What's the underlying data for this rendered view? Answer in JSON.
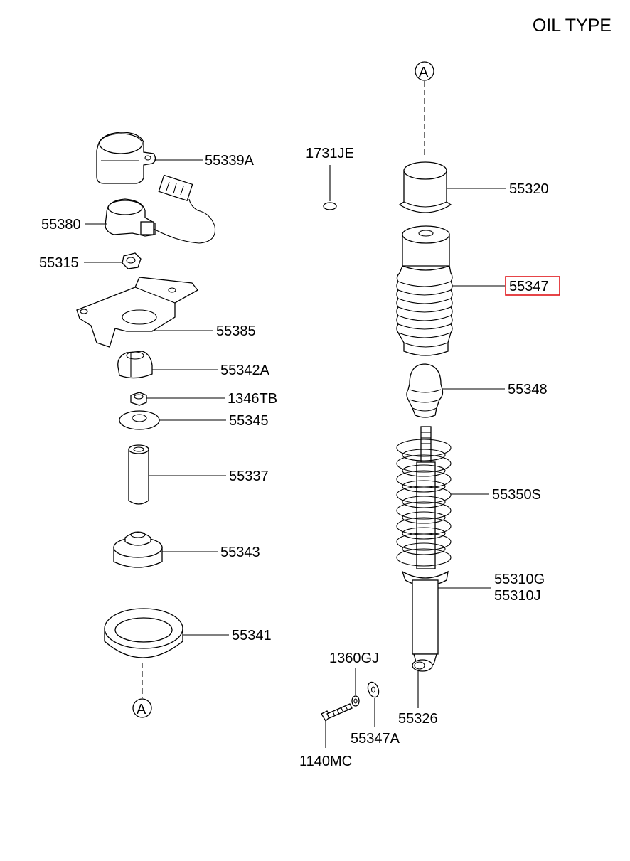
{
  "title": "OIL TYPE",
  "reference_marker": "A",
  "highlight_color": "#e0161b",
  "highlighted_part": "55347",
  "labels": {
    "p55339A": "55339A",
    "p55380": "55380",
    "p55315": "55315",
    "p55385": "55385",
    "p55342A": "55342A",
    "p1346TB": "1346TB",
    "p55345": "55345",
    "p55337": "55337",
    "p55343": "55343",
    "p55341": "55341",
    "p1731JE": "1731JE",
    "p55320": "55320",
    "p55347": "55347",
    "p55348": "55348",
    "p55350S": "55350S",
    "p55310G": "55310G",
    "p55310J": "55310J",
    "p1360GJ": "1360GJ",
    "p55326": "55326",
    "p55347A": "55347A",
    "p1140MC": "1140MC"
  }
}
